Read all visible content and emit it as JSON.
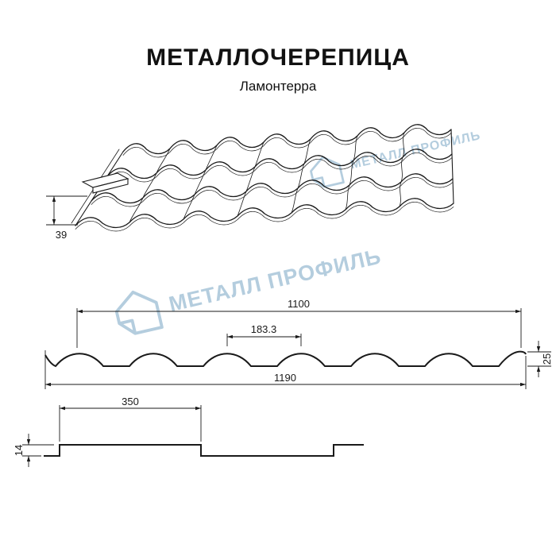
{
  "colors": {
    "line": "#1a1a1a",
    "watermark": "#b4cdde",
    "background": "#ffffff"
  },
  "header": {
    "title": "МЕТАЛЛОЧЕРЕПИЦА",
    "subtitle": "Ламонтерра"
  },
  "watermark": {
    "brand": "МЕТАЛЛ ПРОФИЛЬ"
  },
  "perspective_view": {
    "profile_height": "39"
  },
  "cross_section": {
    "cover_width": "1100",
    "wave_pitch": "183.3",
    "wave_height": "25",
    "overall_width": "1190"
  },
  "side_view": {
    "module_length": "350",
    "step_height": "14"
  }
}
